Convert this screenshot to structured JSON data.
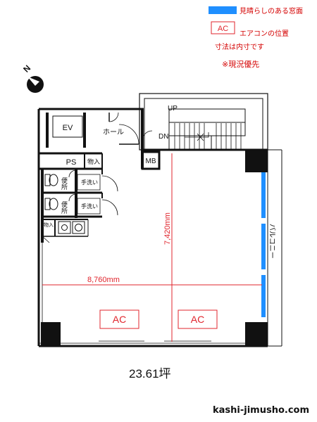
{
  "legend": {
    "window_color": "#1f8fff",
    "window_label": "見晴らしのある窓面",
    "ac_box_label": "AC",
    "ac_label": "エアコンの位置",
    "dimension_note": "寸法は内寸です",
    "priority_note": "※現況優先"
  },
  "compass": {
    "label": "N",
    "icon": "north-arrow-icon"
  },
  "rooms": {
    "ev": "EV",
    "hall": "ホール",
    "up": "UP",
    "dn": "DN",
    "ps": "PS",
    "storage_top": "物入",
    "mb": "MB",
    "toilet": "便所",
    "washbasin": "手洗い",
    "storage_small": "物入",
    "balcony": "バルコニー"
  },
  "dimensions": {
    "width": "8,760mm",
    "depth": "7,420mm"
  },
  "ac_units": [
    "AC",
    "AC"
  ],
  "colors": {
    "accent_red": "#e0242c",
    "wall": "#111111",
    "window_blue": "#1f8fff"
  },
  "area": "23.61坪",
  "site": "kashi-jimusho.com"
}
